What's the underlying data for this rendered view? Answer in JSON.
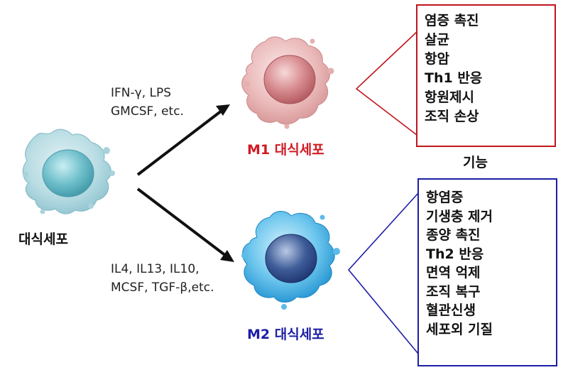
{
  "source_cell": {
    "label": "대식세포"
  },
  "m1": {
    "title": "M1 대식세포",
    "title_color": "#d01a22",
    "stimuli": [
      "IFN-γ, LPS",
      "GMCSF, etc."
    ],
    "functions": [
      "염증 촉진",
      "살균",
      "항암",
      "Th1 반응",
      "항원제시",
      "조직 손상"
    ],
    "box_color": "#c0151c"
  },
  "function_header": "기능",
  "m2": {
    "title": "M2 대식세포",
    "title_color": "#1c1ea6",
    "stimuli": [
      "IL4, IL13, IL10,",
      "MCSF, TGF-β,etc."
    ],
    "functions": [
      "항염증",
      "기생충 제거",
      "종양 촉진",
      "Th2 반응",
      "면역 억제",
      "조직 복구",
      "혈관신생",
      "세포외 기질"
    ],
    "box_color": "#1c1ea6"
  }
}
